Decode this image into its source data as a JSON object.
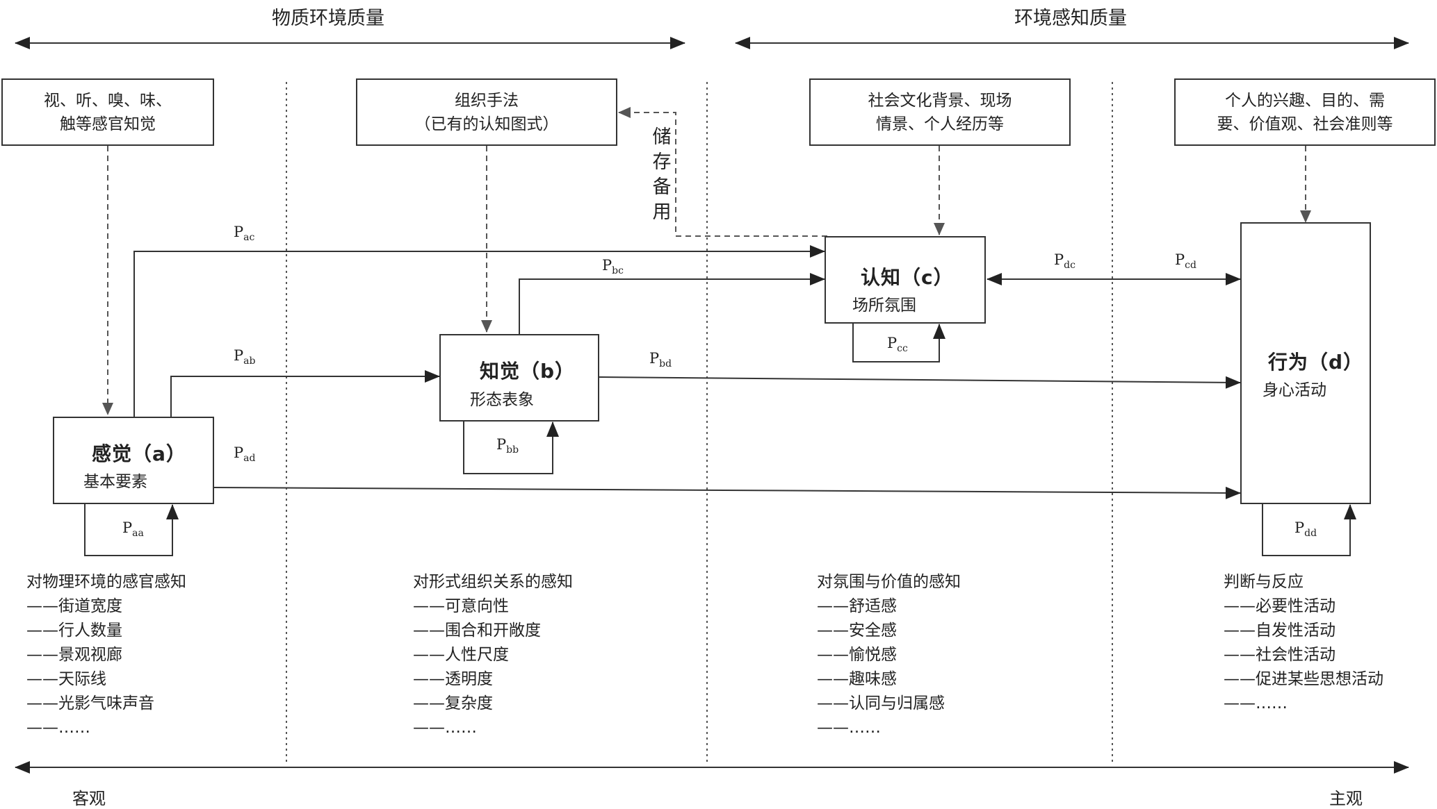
{
  "top_left_title": "物质环境质量",
  "top_right_title": "环境感知质量",
  "bottom_left_label": "客观",
  "bottom_right_label": "主观",
  "sources": {
    "senses": [
      "视、听、嗅、味、",
      "触等感官知觉"
    ],
    "organization": [
      "组织手法",
      "（已有的认知图式）"
    ],
    "culture": [
      "社会文化背景、现场",
      "情景、个人经历等"
    ],
    "personal": [
      "个人的兴趣、目的、需",
      "要、价值观、社会准则等"
    ]
  },
  "store_label": [
    "储",
    "存",
    "备",
    "用"
  ],
  "nodes": {
    "a": {
      "title": "感觉（a）",
      "subtitle": "基本要素"
    },
    "b": {
      "title": "知觉（b）",
      "subtitle": "形态表象"
    },
    "c": {
      "title": "认知（c）",
      "subtitle": "场所氛围"
    },
    "d": {
      "title": "行为（d）",
      "subtitle": "身心活动"
    }
  },
  "paths": {
    "ac": {
      "p": "P",
      "sub": "ac"
    },
    "ab": {
      "p": "P",
      "sub": "ab"
    },
    "ad": {
      "p": "P",
      "sub": "ad"
    },
    "bc": {
      "p": "P",
      "sub": "bc"
    },
    "bd": {
      "p": "P",
      "sub": "bd"
    },
    "dc": {
      "p": "P",
      "sub": "dc"
    },
    "cd": {
      "p": "P",
      "sub": "cd"
    },
    "aa": {
      "p": "P",
      "sub": "aa"
    },
    "bb": {
      "p": "P",
      "sub": "bb"
    },
    "cc": {
      "p": "P",
      "sub": "cc"
    },
    "dd": {
      "p": "P",
      "sub": "dd"
    }
  },
  "columns": [
    {
      "heading": "对物理环境的感官感知",
      "items": [
        "——街道宽度",
        "——行人数量",
        "——景观视廊",
        "——天际线",
        "——光影气味声音",
        "——……"
      ]
    },
    {
      "heading": "对形式组织关系的感知",
      "items": [
        "——可意向性",
        "——围合和开敞度",
        "——人性尺度",
        "——透明度",
        "——复杂度",
        "——……"
      ]
    },
    {
      "heading": "对氛围与价值的感知",
      "items": [
        "——舒适感",
        "——安全感",
        "——愉悦感",
        "——趣味感",
        "——认同与归属感",
        "——……"
      ]
    },
    {
      "heading": "判断与反应",
      "items": [
        "——必要性活动",
        "——自发性活动",
        "——社会性活动",
        "——促进某些思想活动",
        "——……"
      ]
    }
  ],
  "colors": {
    "line": "#333333",
    "dashed": "#555555"
  }
}
